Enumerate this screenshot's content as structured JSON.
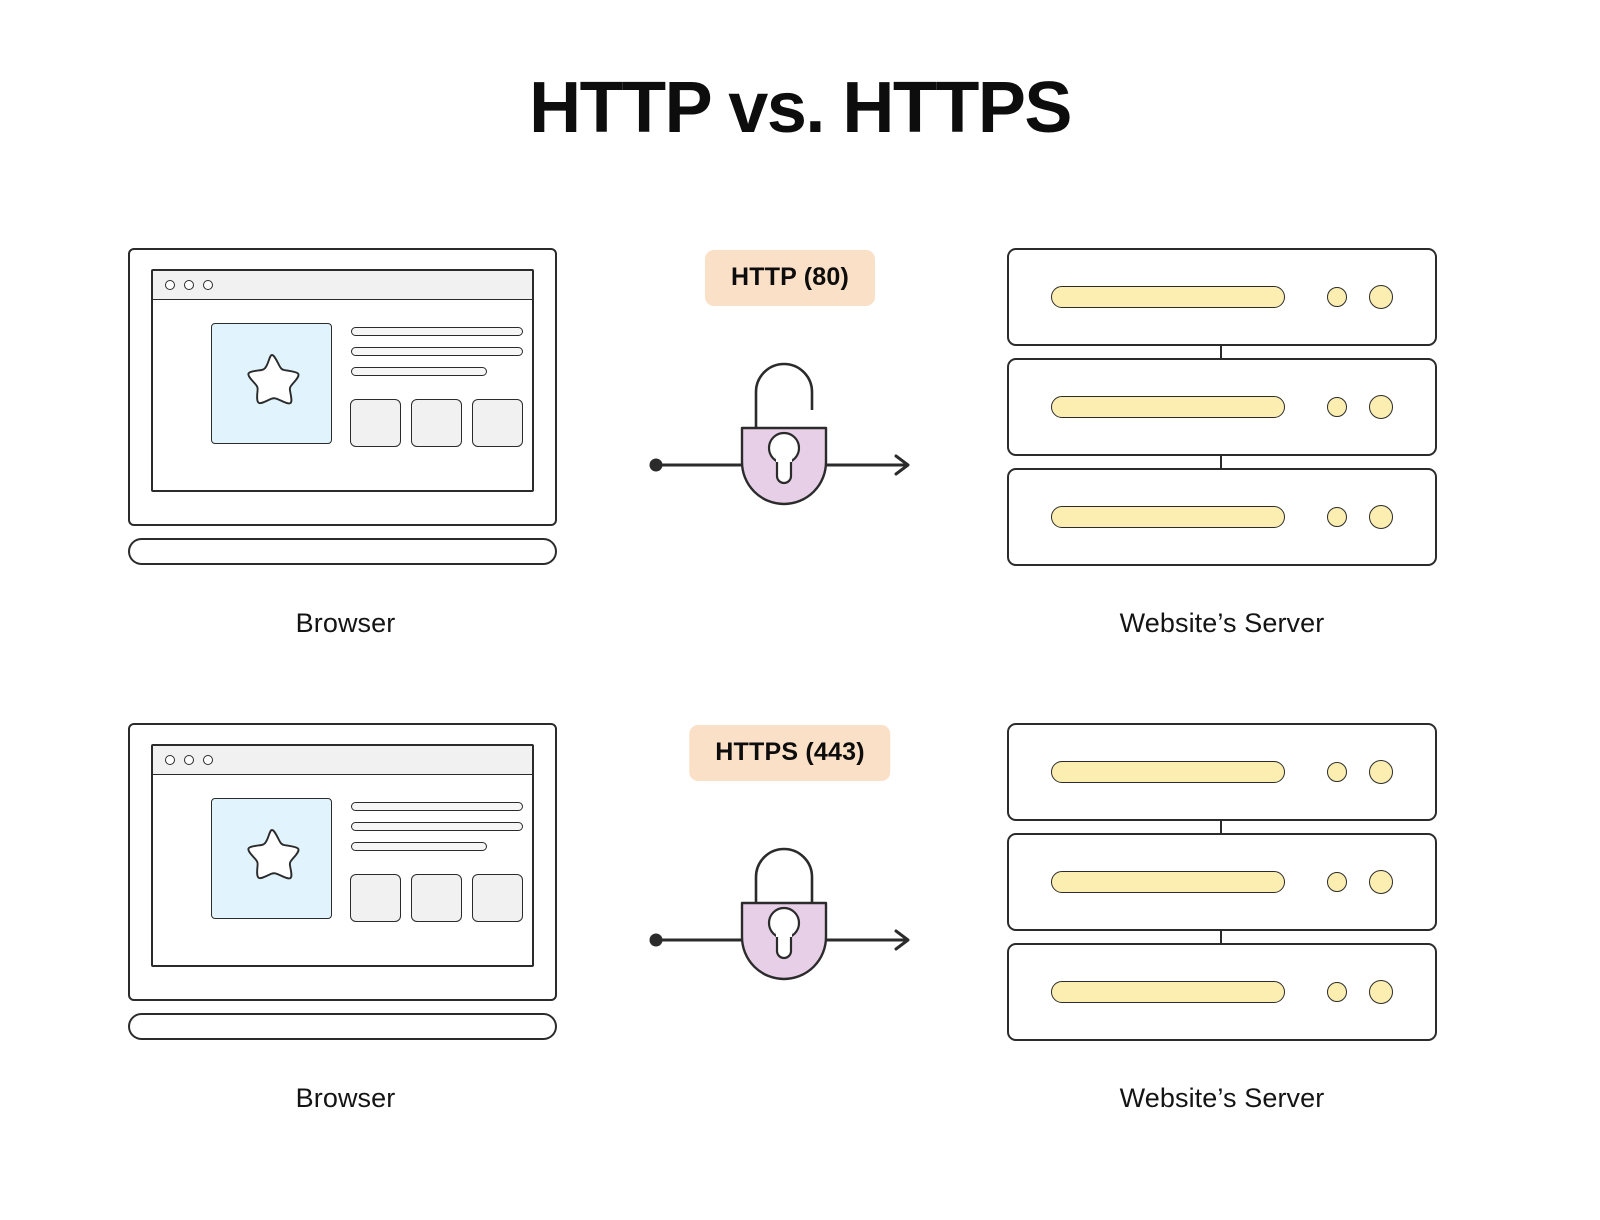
{
  "page": {
    "title": "HTTP vs. HTTPS",
    "background": "#ffffff"
  },
  "colors": {
    "stroke": "#2b2b2b",
    "badge_bg": "#fbe0c8",
    "lock_fill": "#e7cfe7",
    "server_accent": "#fbeeb0",
    "image_placeholder": "#e1f4fd",
    "titlebar_bg": "#f1f1f1",
    "card_bg": "#f1f1f1",
    "text": "#141414"
  },
  "rows": [
    {
      "id": "http",
      "browser": {
        "caption": "Browser",
        "window_dots": [
          "window-dot-1",
          "window-dot-2",
          "window-dot-3"
        ],
        "image_placeholder_icon": "star-icon",
        "text_lines": [
          "full",
          "full",
          "short"
        ],
        "cards": [
          "card-1",
          "card-2",
          "card-3"
        ]
      },
      "connector": {
        "badge_label": "HTTP (80)",
        "lock_icon": "unlocked-padlock-icon",
        "lock_state": "open",
        "arrow_direction": "right"
      },
      "server": {
        "caption": "Website’s Server",
        "units": [
          {
            "bar": "drive-bay-1",
            "leds": [
              "led-small",
              "led-large"
            ]
          },
          {
            "bar": "drive-bay-2",
            "leds": [
              "led-small",
              "led-large"
            ]
          },
          {
            "bar": "drive-bay-3",
            "leds": [
              "led-small",
              "led-large"
            ]
          }
        ]
      }
    },
    {
      "id": "https",
      "browser": {
        "caption": "Browser",
        "window_dots": [
          "window-dot-1",
          "window-dot-2",
          "window-dot-3"
        ],
        "image_placeholder_icon": "star-icon",
        "text_lines": [
          "full",
          "full",
          "short"
        ],
        "cards": [
          "card-1",
          "card-2",
          "card-3"
        ]
      },
      "connector": {
        "badge_label": "HTTPS (443)",
        "lock_icon": "locked-padlock-icon",
        "lock_state": "closed",
        "arrow_direction": "right"
      },
      "server": {
        "caption": "Website’s Server",
        "units": [
          {
            "bar": "drive-bay-1",
            "leds": [
              "led-small",
              "led-large"
            ]
          },
          {
            "bar": "drive-bay-2",
            "leds": [
              "led-small",
              "led-large"
            ]
          },
          {
            "bar": "drive-bay-3",
            "leds": [
              "led-small",
              "led-large"
            ]
          }
        ]
      }
    }
  ]
}
